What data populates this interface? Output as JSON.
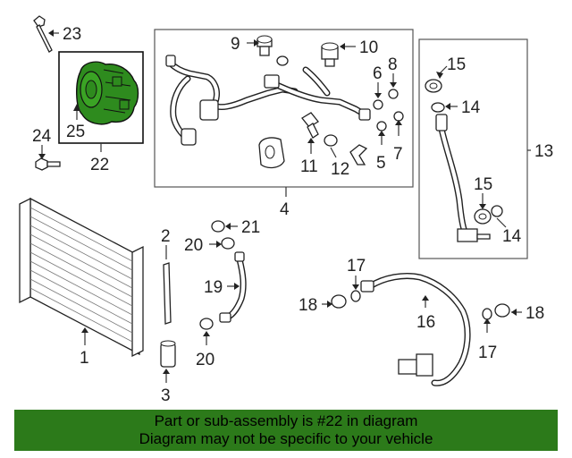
{
  "callouts": {
    "c1": "1",
    "c2": "2",
    "c3": "3",
    "c4": "4",
    "c5": "5",
    "c6": "6",
    "c7": "7",
    "c8": "8",
    "c9": "9",
    "c10": "10",
    "c11": "11",
    "c12": "12",
    "c13": "13",
    "c14a": "14",
    "c14b": "14",
    "c15a": "15",
    "c15b": "15",
    "c16": "16",
    "c17a": "17",
    "c17b": "17",
    "c18a": "18",
    "c18b": "18",
    "c19": "19",
    "c20a": "20",
    "c20b": "20",
    "c21": "21",
    "c22": "22",
    "c23": "23",
    "c24": "24",
    "c25": "25"
  },
  "banner": {
    "line1": "Part or sub-assembly is #22 in diagram",
    "line2": "Diagram may not be specific to your vehicle"
  },
  "colors": {
    "highlight": "#2e8b1e",
    "banner_bg": "#2c7a1a"
  }
}
